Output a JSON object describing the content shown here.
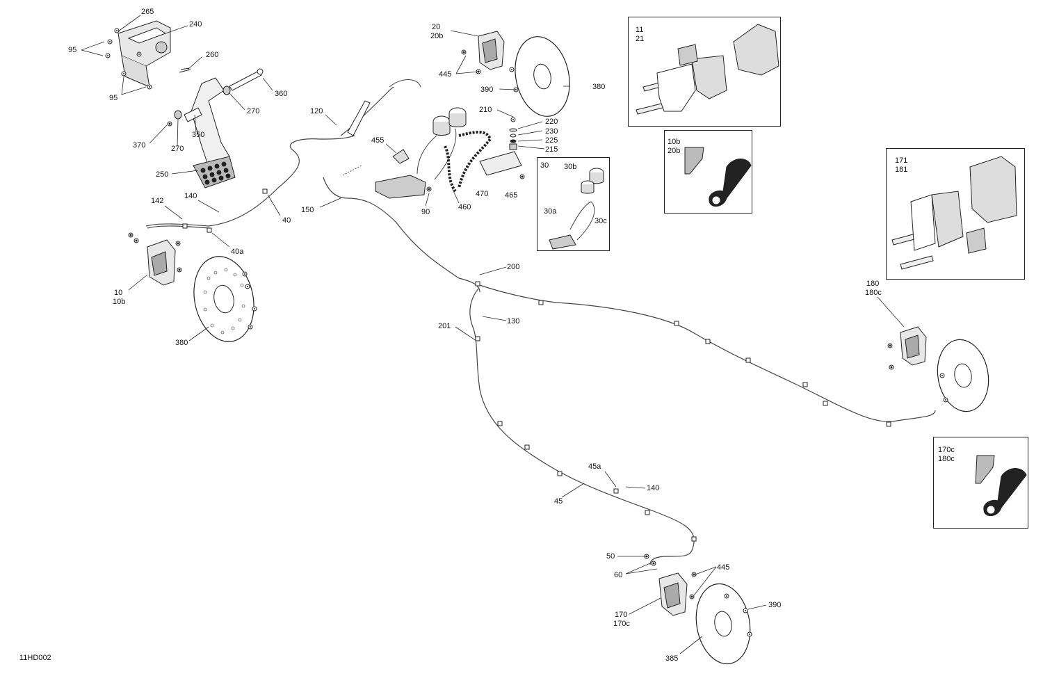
{
  "diagram_code": "11HD002",
  "callouts": [
    {
      "id": "c265",
      "text": "265"
    },
    {
      "id": "c240",
      "text": "240"
    },
    {
      "id": "c95a",
      "text": "95"
    },
    {
      "id": "c95b",
      "text": "95"
    },
    {
      "id": "c260",
      "text": "260"
    },
    {
      "id": "c360",
      "text": "360"
    },
    {
      "id": "c270a",
      "text": "270"
    },
    {
      "id": "c350",
      "text": "350"
    },
    {
      "id": "c370",
      "text": "370"
    },
    {
      "id": "c270b",
      "text": "270"
    },
    {
      "id": "c250",
      "text": "250"
    },
    {
      "id": "c142",
      "text": "142"
    },
    {
      "id": "c140a",
      "text": "140"
    },
    {
      "id": "c40",
      "text": "40"
    },
    {
      "id": "c40a",
      "text": "40a"
    },
    {
      "id": "c10",
      "text": "10"
    },
    {
      "id": "c10b",
      "text": "10b"
    },
    {
      "id": "c380a",
      "text": "380"
    },
    {
      "id": "c120",
      "text": "120"
    },
    {
      "id": "c150",
      "text": "150"
    },
    {
      "id": "c455",
      "text": "455"
    },
    {
      "id": "c90",
      "text": "90"
    },
    {
      "id": "c460",
      "text": "460"
    },
    {
      "id": "c470",
      "text": "470"
    },
    {
      "id": "c465",
      "text": "465"
    },
    {
      "id": "c20",
      "text": "20"
    },
    {
      "id": "c20b",
      "text": "20b"
    },
    {
      "id": "c445a",
      "text": "445"
    },
    {
      "id": "c390a",
      "text": "390"
    },
    {
      "id": "c380b",
      "text": "380"
    },
    {
      "id": "c210",
      "text": "210"
    },
    {
      "id": "c220",
      "text": "220"
    },
    {
      "id": "c230",
      "text": "230"
    },
    {
      "id": "c225",
      "text": "225"
    },
    {
      "id": "c215",
      "text": "215"
    },
    {
      "id": "c200",
      "text": "200"
    },
    {
      "id": "c130",
      "text": "130"
    },
    {
      "id": "c201",
      "text": "201"
    },
    {
      "id": "c45a",
      "text": "45a"
    },
    {
      "id": "c140b",
      "text": "140"
    },
    {
      "id": "c45",
      "text": "45"
    },
    {
      "id": "c50",
      "text": "50"
    },
    {
      "id": "c60",
      "text": "60"
    },
    {
      "id": "c445b",
      "text": "445"
    },
    {
      "id": "c390b",
      "text": "390"
    },
    {
      "id": "c170",
      "text": "170"
    },
    {
      "id": "c170c",
      "text": "170c"
    },
    {
      "id": "c385",
      "text": "385"
    },
    {
      "id": "c180",
      "text": "180"
    },
    {
      "id": "c180c",
      "text": "180c"
    }
  ],
  "boxes": {
    "pads_front": {
      "line1": "11",
      "line2": "21"
    },
    "bleeder_front": {
      "line1": "10b",
      "line2": "20b"
    },
    "master_cyl": {
      "title": "30",
      "c30b": "30b",
      "c30a": "30a",
      "c30c": "30c"
    },
    "pads_rear": {
      "line1": "171",
      "line2": "181"
    },
    "bleeder_rear": {
      "line1": "170c",
      "line2": "180c"
    }
  }
}
